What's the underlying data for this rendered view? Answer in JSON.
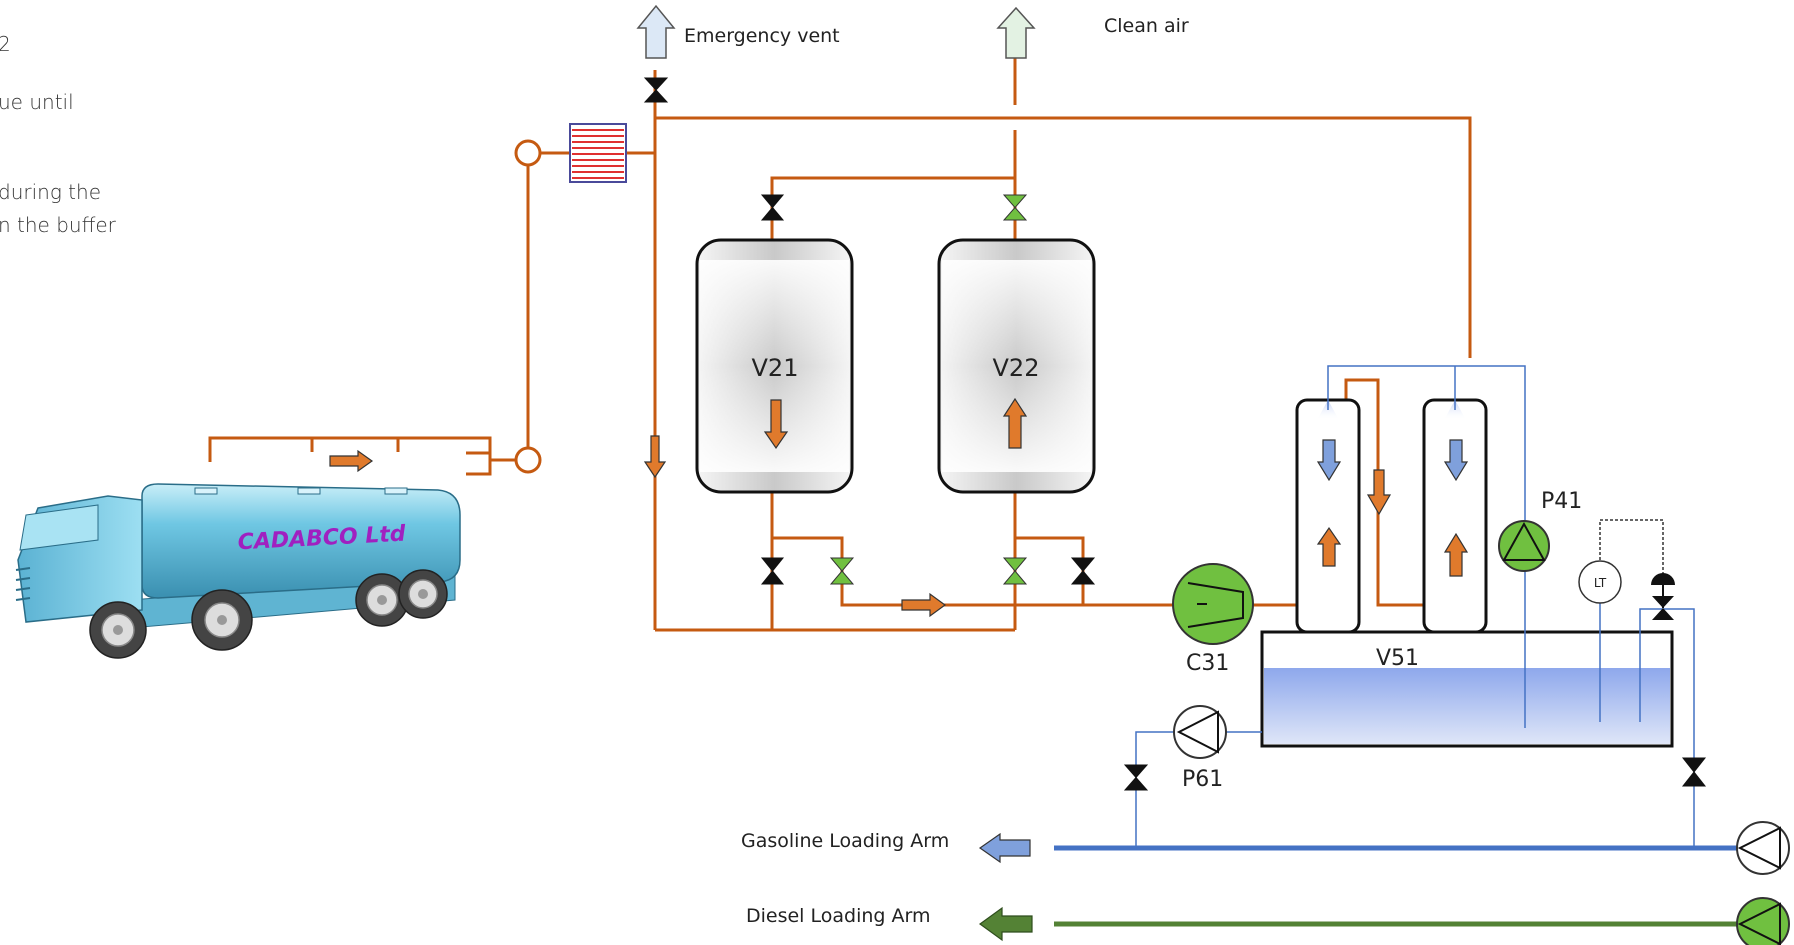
{
  "left_text": {
    "line1": "2",
    "line2": "ue until",
    "line3": "during the",
    "line4": "n the buffer"
  },
  "labels": {
    "emergency_vent": "Emergency vent",
    "clean_air": "Clean air",
    "v21": "V21",
    "v22": "V22",
    "c31": "C31",
    "v51": "V51",
    "p41": "P41",
    "p61": "P61",
    "lt": "LT",
    "gasoline_arm": "Gasoline Loading Arm",
    "diesel_arm": "Diesel Loading Arm",
    "truck_brand": "CADABCO Ltd"
  },
  "colors": {
    "vapor_line": "#c55a11",
    "gasoline_line": "#4472c4",
    "diesel_line": "#548235",
    "pump_green": "#70c040",
    "valve_green": "#70c040",
    "tank_liquid": "#a9bdf0",
    "truck_body": "#7fd3ea",
    "truck_brand_text": "#a020c0"
  }
}
